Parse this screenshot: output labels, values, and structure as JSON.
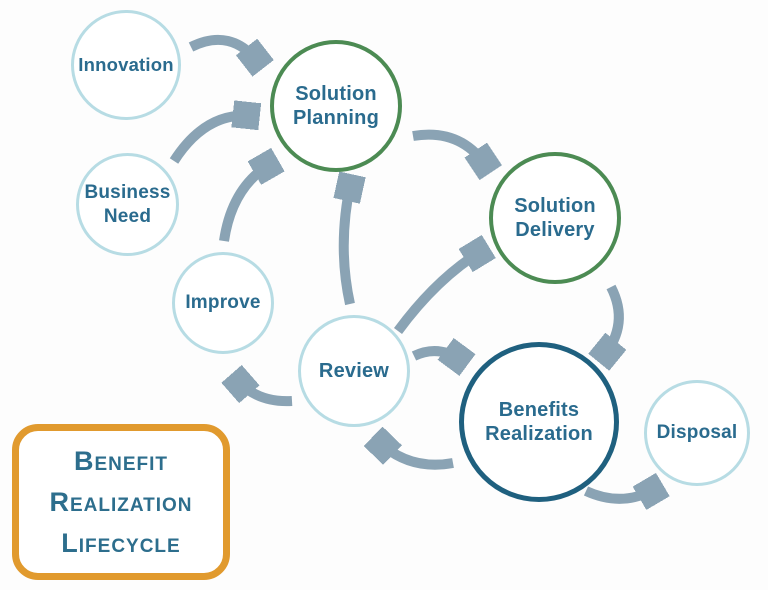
{
  "diagram_title": "Benefit Realization Lifecycle",
  "legend": {
    "lines": [
      "Benefit",
      "Realization",
      "Lifecycle"
    ]
  },
  "nodes": {
    "innovation": {
      "label": "Innovation",
      "style": "light-blue"
    },
    "business_need": {
      "label": "Business Need",
      "style": "light-blue"
    },
    "improve": {
      "label": "Improve",
      "style": "light-blue"
    },
    "solution_planning": {
      "label": "Solution Planning",
      "style": "green"
    },
    "solution_delivery": {
      "label": "Solution Delivery",
      "style": "green"
    },
    "review": {
      "label": "Review",
      "style": "light-blue"
    },
    "benefits_realization": {
      "label": "Benefits Realization",
      "style": "dark-teal"
    },
    "disposal": {
      "label": "Disposal",
      "style": "light-blue"
    }
  },
  "edges": [
    {
      "from": "Innovation",
      "to": "Solution Planning"
    },
    {
      "from": "Business Need",
      "to": "Solution Planning"
    },
    {
      "from": "Improve",
      "to": "Solution Planning"
    },
    {
      "from": "Review",
      "to": "Solution Planning"
    },
    {
      "from": "Solution Planning",
      "to": "Solution Delivery"
    },
    {
      "from": "Review",
      "to": "Solution Delivery"
    },
    {
      "from": "Solution Delivery",
      "to": "Benefits Realization"
    },
    {
      "from": "Review",
      "to": "Benefits Realization"
    },
    {
      "from": "Benefits Realization",
      "to": "Review"
    },
    {
      "from": "Review",
      "to": "Improve"
    },
    {
      "from": "Benefits Realization",
      "to": "Disposal"
    }
  ],
  "colors": {
    "background": "#fdfdfd",
    "circle_fill": "#ffffff",
    "light_blue_border": "#b7dce4",
    "green_border": "#4c8b53",
    "dark_teal_border": "#1f607f",
    "label_text": "#2a6b8e",
    "arrow": "#8aa3b4",
    "legend_border": "#e19a2e",
    "legend_text": "#2d6e8d"
  }
}
